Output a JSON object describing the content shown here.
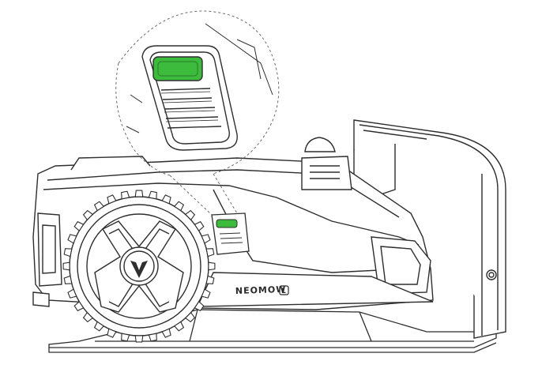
{
  "diagram": {
    "brand_label": "NEOMOW",
    "model_badge": "L",
    "highlight_color": "#3dbb3d",
    "line_color": "#2e2e2e",
    "background_color": "#ffffff",
    "highlighted_part": "status-indicator-light",
    "icons": [
      "robot-lawn-mower",
      "charging-dock",
      "status-light",
      "zoom-callout-circle",
      "drive-wheel",
      "wheel-hub-logo"
    ]
  }
}
